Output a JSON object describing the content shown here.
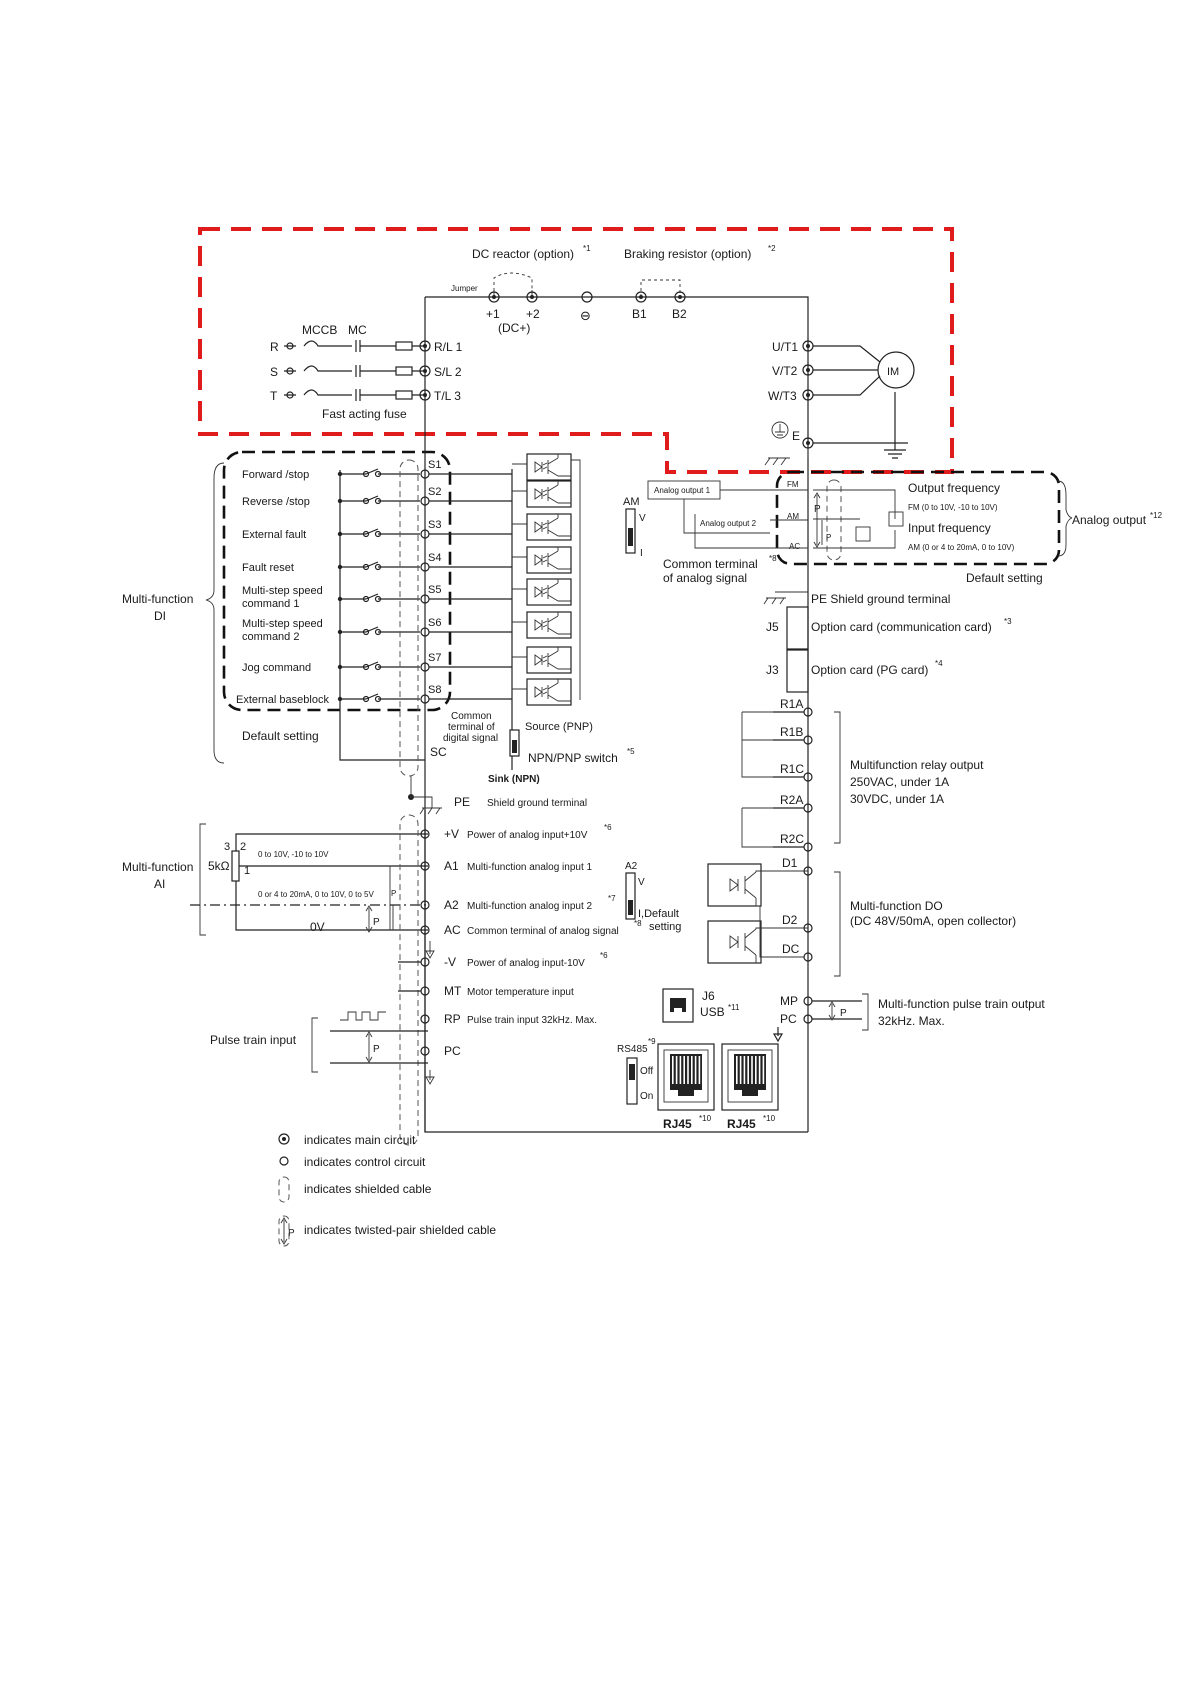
{
  "power": {
    "dc_reactor": "DC reactor (option)",
    "dc_reactor_note": "*1",
    "braking_resistor": "Braking resistor (option)",
    "braking_resistor_note": "*2",
    "jumper": "Jumper",
    "plus1": "+1",
    "plus2": "+2",
    "dc_plus": "(DC+)",
    "minus": "⊖",
    "b1": "B1",
    "b2": "B2",
    "mccb": "MCCB",
    "mc": "MC",
    "phases": [
      "R",
      "S",
      "T"
    ],
    "inputs": [
      "R/L 1",
      "S/L 2",
      "T/L 3"
    ],
    "fuse": "Fast acting fuse",
    "outputs": [
      "U/T1",
      "V/T2",
      "W/T3"
    ],
    "motor": "IM",
    "earth": "E"
  },
  "di": {
    "group": "Multi-function DI",
    "labels": [
      "Forward /stop",
      "Reverse /stop",
      "External fault",
      "Fault reset",
      "Multi-step speed command 1",
      "Multi-step speed command 2",
      "Jog command",
      "External baseblock"
    ],
    "terminals": [
      "S1",
      "S2",
      "S3",
      "S4",
      "S5",
      "S6",
      "S7",
      "S8"
    ],
    "default": "Default setting",
    "common": "Common terminal of digital signal",
    "sc": "SC",
    "source": "Source (PNP)",
    "switch": "NPN/PNP switch",
    "switch_note": "*5",
    "sink": "Sink (NPN)",
    "pe": "PE",
    "pe_text": "Shield ground terminal"
  },
  "ai": {
    "group": "Multi-function AI",
    "pot": "5kΩ",
    "pins": [
      "3",
      "2",
      "1"
    ],
    "range1": "0 to 10V, -10 to 10V",
    "range2": "0 or 4 to 20mA, 0 to 10V, 0 to 5V",
    "zero": "0V",
    "rows": [
      {
        "t": "+V",
        "d": "Power of analog input+10V",
        "n": "*6"
      },
      {
        "t": "A1",
        "d": "Multi-function analog input 1",
        "n": ""
      },
      {
        "t": "A2",
        "d": "Multi-function analog input 2",
        "n": "*7"
      },
      {
        "t": "AC",
        "d": "Common terminal of analog signal",
        "n": "*8"
      },
      {
        "t": "-V",
        "d": "Power of analog input-10V",
        "n": "*6"
      },
      {
        "t": "MT",
        "d": "Motor temperature input",
        "n": ""
      },
      {
        "t": "RP",
        "d": "Pulse train input 32kHz. Max.",
        "n": ""
      },
      {
        "t": "PC",
        "d": "",
        "n": ""
      }
    ],
    "a2_switch": "A2",
    "a2_v": "V",
    "a2_i": "I,Default",
    "a2_setting": "setting",
    "pulse_input": "Pulse train input"
  },
  "ao": {
    "am": "AM",
    "v": "V",
    "i": "I",
    "out1": "Analog output 1",
    "out2": "Analog output 2",
    "fm": "FM",
    "am_t": "AM",
    "ac": "AC",
    "output_frequency": "Output frequency",
    "fm_range": "FM (0 to 10V, -10 to 10V)",
    "input_frequency": "Input frequency",
    "am_range": "AM (0 or 4 to 20mA, 0 to 10V)",
    "analog_output": "Analog output",
    "analog_output_note": "*12",
    "common": "Common terminal of analog signal",
    "common_note": "*8",
    "default": "Default setting"
  },
  "right": {
    "pe": "PE Shield ground terminal",
    "j5": "J5",
    "j5_text": "Option card (communication card)",
    "j5_note": "*3",
    "j3": "J3",
    "j3_text": "Option card (PG card)",
    "j3_note": "*4",
    "relay_terminals": [
      "R1A",
      "R1B",
      "R1C",
      "R2A",
      "R2C"
    ],
    "relay_text": [
      "Multifunction relay output",
      "250VAC, under 1A",
      "30VDC, under 1A"
    ],
    "do_terminals": [
      "D1",
      "D2",
      "DC"
    ],
    "do_text": [
      "Multi-function DO",
      "(DC 48V/50mA, open collector)"
    ],
    "mp": "MP",
    "pc": "PC",
    "pulse_text": [
      "Multi-function pulse train output",
      "32kHz. Max."
    ],
    "j6": "J6",
    "usb": "USB",
    "usb_note": "*11",
    "rs485": "RS485",
    "rs485_note": "*9",
    "off": "Off",
    "on": "On",
    "rj45": "RJ45",
    "rj45_note": "*10"
  },
  "legend": [
    "indicates main circuit",
    "indicates control circuit",
    "indicates shielded cable",
    "indicates twisted-pair shielded cable"
  ],
  "legend_p": "P"
}
